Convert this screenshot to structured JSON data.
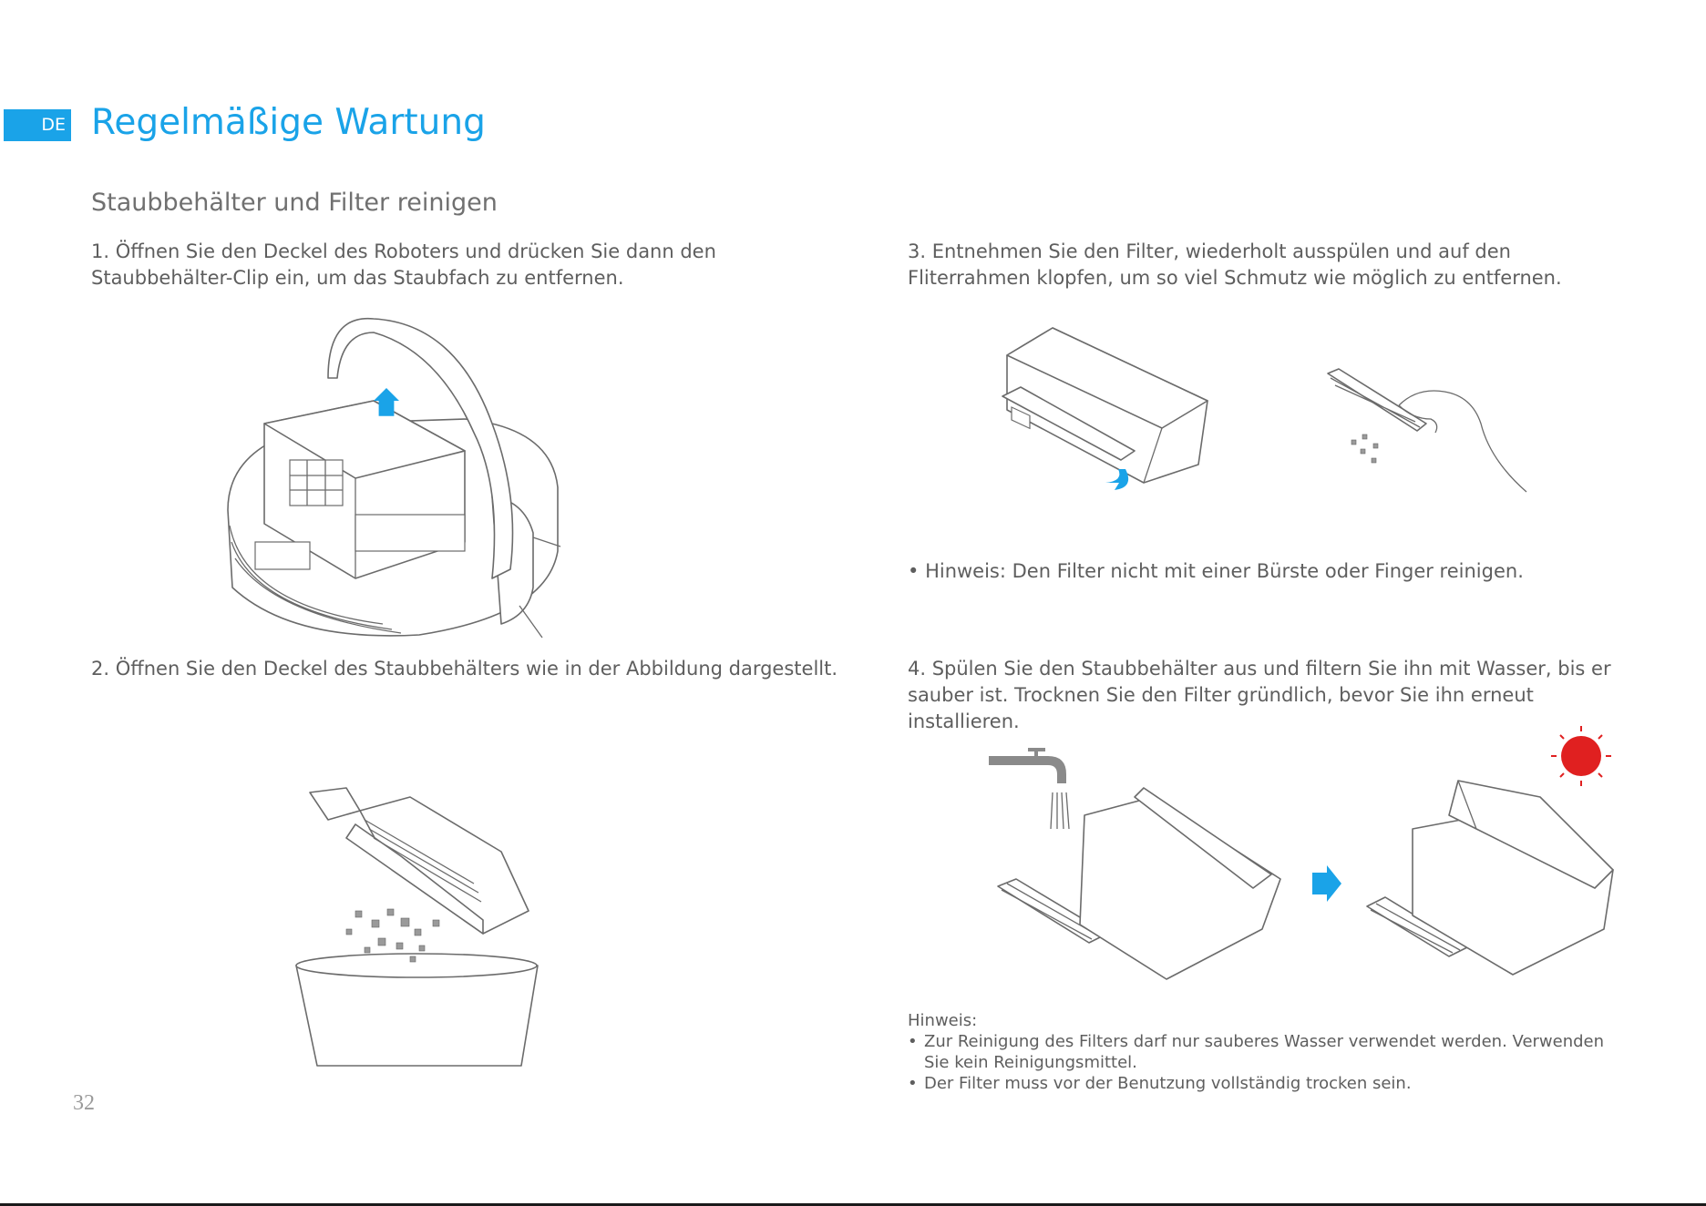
{
  "header": {
    "lang_tab": "DE",
    "title": "Regelmäßige Wartung",
    "subtitle": "Staubbehälter und Filter reinigen"
  },
  "steps": [
    "1. Öffnen Sie den Deckel des Roboters und drücken Sie dann den Staubbehälter-Clip ein, um das Staubfach zu entfernen.",
    "2. Öffnen Sie den Deckel des Staubbehälters wie in der Abbildung dargestellt.",
    "3. Entnehmen Sie den Filter, wiederholt ausspülen und auf den Fliterrahmen klopfen, um so viel Schmutz wie möglich zu entfernen.",
    "4. Spülen Sie den Staubbehälter aus und filtern Sie ihn mit Wasser, bis er sauber ist. Trocknen Sie den Filter gründlich, bevor Sie ihn erneut installieren."
  ],
  "note_step3": "Hinweis: Den Filter nicht mit einer Bürste oder Finger reinigen.",
  "note_step4": {
    "heading": "Hinweis:",
    "items": [
      "Zur Reinigung des Filters darf nur sauberes Wasser verwendet werden. Verwenden Sie kein Reinigungsmittel.",
      "Der Filter muss vor der Benutzung vollständig trocken sein."
    ]
  },
  "page_number": "32",
  "colors": {
    "accent": "#1aa3e8",
    "warning": "#e02020",
    "text": "#5e5e5e"
  },
  "icons": [
    "up-arrow-icon",
    "curved-arrow-icon",
    "right-arrow-icon",
    "tap-icon",
    "sun-icon"
  ]
}
